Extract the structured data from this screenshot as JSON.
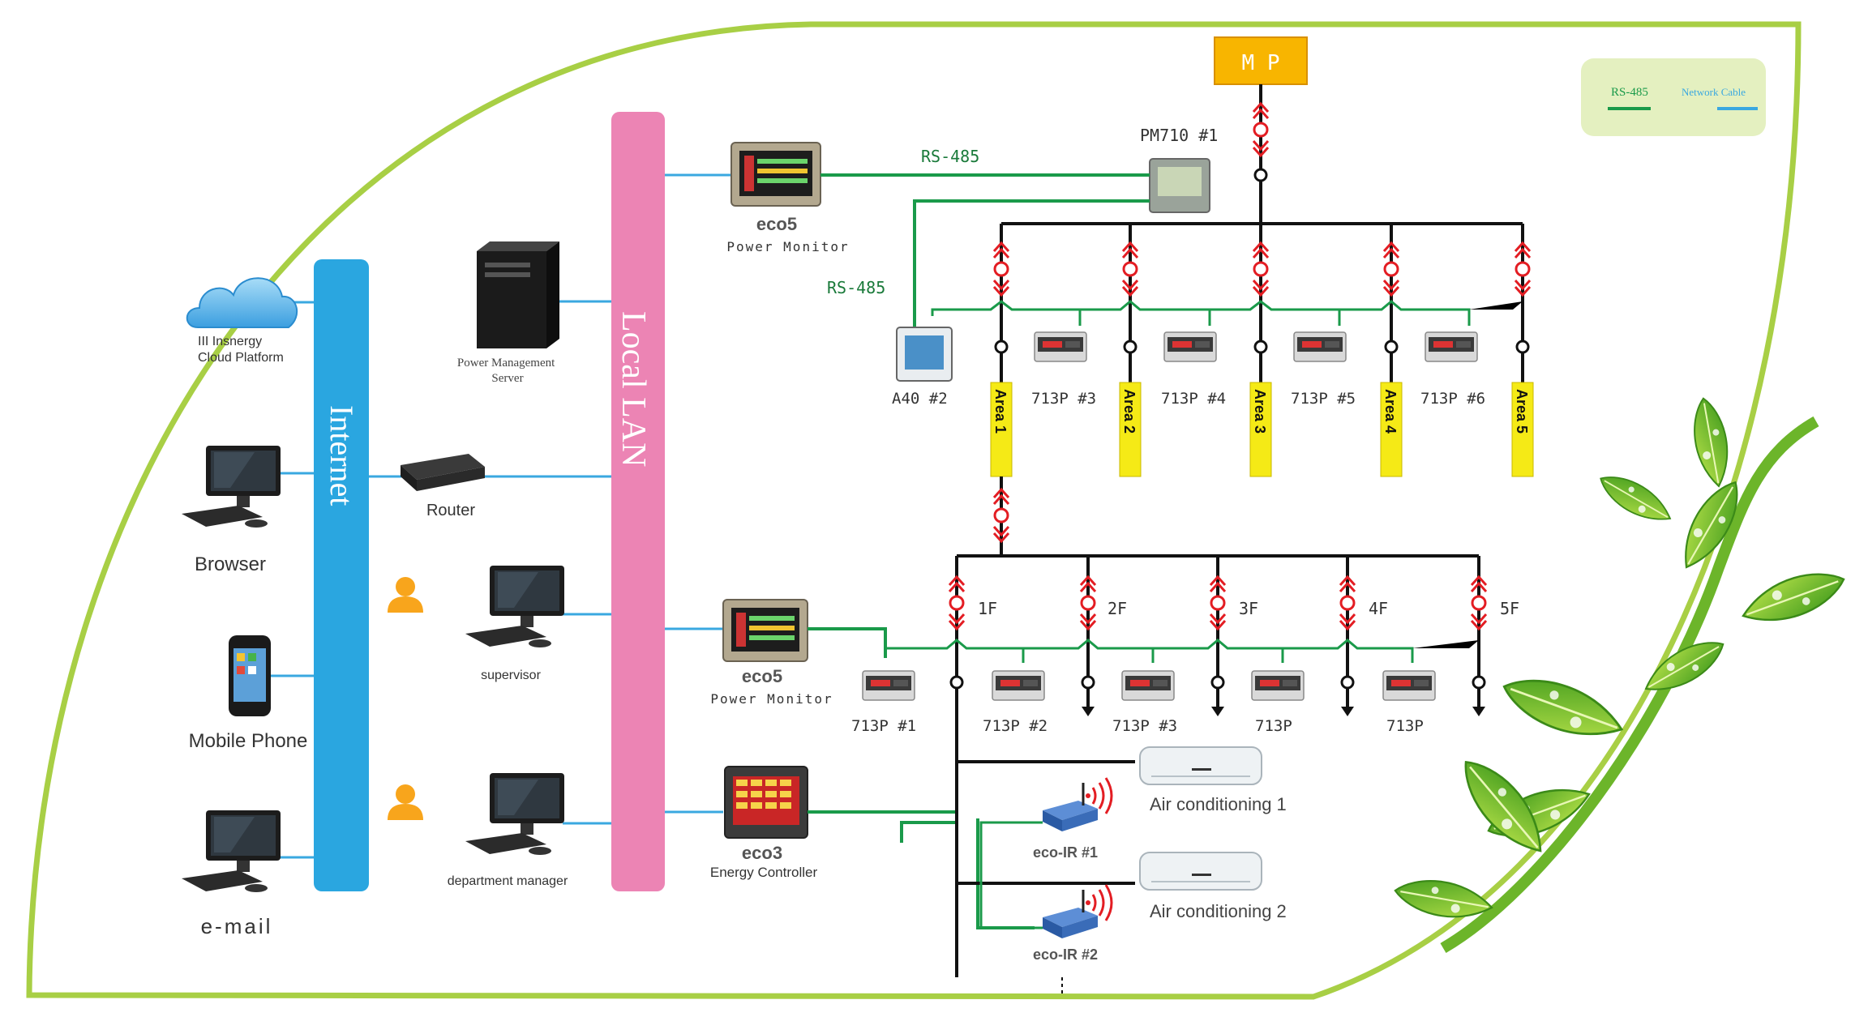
{
  "legend": {
    "rs485": "RS-485",
    "network_cable": "Network Cable"
  },
  "colors": {
    "frame": "#a8cf45",
    "internet_bar": "#2aa6e0",
    "lan_bar": "#ec84b4",
    "rs485_line": "#1a9a4a",
    "network_line": "#3aa8e0",
    "area_box": "#f5ea16",
    "mp_box": "#f8b500",
    "breaker": "#e31d23"
  },
  "top": {
    "mp": "M P",
    "meter": "PM710 #1"
  },
  "bars": {
    "internet": "Internet",
    "lan": "Local LAN"
  },
  "left": {
    "cloud": "III Insnergy\nCloud Platform",
    "browser": "Browser",
    "phone": "Mobile Phone",
    "email": "e-mail",
    "router": "Router",
    "server": "Power Management\nServer",
    "supervisor": "supervisor",
    "dept": "department manager"
  },
  "devices": {
    "monitor1_brand": "eco5",
    "monitor1_sub": "Power Monitor",
    "monitor2_brand": "eco5",
    "monitor2_sub": "Power Monitor",
    "controller_brand": "eco3",
    "controller_sub": "Energy Controller",
    "rs485_top": "RS-485",
    "rs485_side": "RS-485",
    "a40": "A40 #2"
  },
  "areas": [
    {
      "meter": "713P #3",
      "label": "Area 2"
    },
    {
      "meter": "713P #4",
      "label": "Area 3"
    },
    {
      "meter": "713P #5",
      "label": "Area 4"
    },
    {
      "meter": "713P #6",
      "label": "Area 5"
    }
  ],
  "area1": "Area 1",
  "floors": [
    "1F",
    "2F",
    "3F",
    "4F",
    "5F"
  ],
  "floor_meters": [
    "713P #1",
    "713P #2",
    "713P #3",
    "713P",
    "713P"
  ],
  "ac": [
    {
      "label": "Air conditioning 1",
      "ir": "eco-IR #1"
    },
    {
      "label": "Air conditioning 2",
      "ir": "eco-IR #2"
    }
  ]
}
